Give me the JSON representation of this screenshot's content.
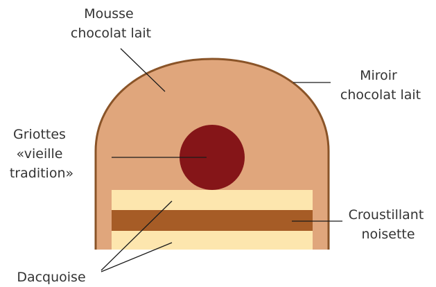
{
  "labels": {
    "mousse": [
      "Mousse",
      "chocolat lait"
    ],
    "miroir": [
      "Miroir",
      "chocolat lait"
    ],
    "griottes": [
      "Griottes",
      "«vieille",
      "tradition»"
    ],
    "croustillant": [
      "Croustillant",
      "noisette"
    ],
    "dacquoise": [
      "Dacquoise"
    ]
  },
  "colors": {
    "mousse": "#e0a67c",
    "miroir": "#8a5428",
    "griotte": "#851518",
    "dacquoise": "#fde6ae",
    "croustillant": "#a65c26",
    "text": "#333333",
    "leader": "#1a1a1a"
  }
}
